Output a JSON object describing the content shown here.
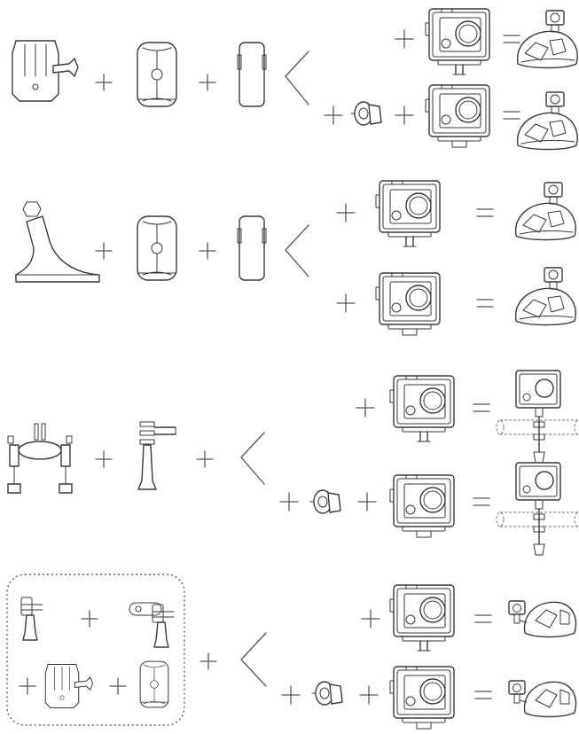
{
  "diagram": {
    "operators": {
      "plus": "",
      "equals": ""
    },
    "rows": [
      {
        "mount": "surface-buckle-mount",
        "options": [
          "waterproof-case",
          "adapter-and-waterproof-case"
        ],
        "result": "helmet-top"
      },
      {
        "mount": "curved-adhesive-mount",
        "options": [
          "waterproof-case",
          "adapter-and-waterproof-case"
        ],
        "result": "helmet-front"
      },
      {
        "mount": "handlebar-mount",
        "options": [
          "waterproof-case",
          "adapter-and-waterproof-case"
        ],
        "result": "handlebar"
      },
      {
        "mount": "accessory-kit",
        "options": [
          "waterproof-case",
          "adapter-and-waterproof-case"
        ],
        "result": "helmet-side"
      }
    ]
  }
}
